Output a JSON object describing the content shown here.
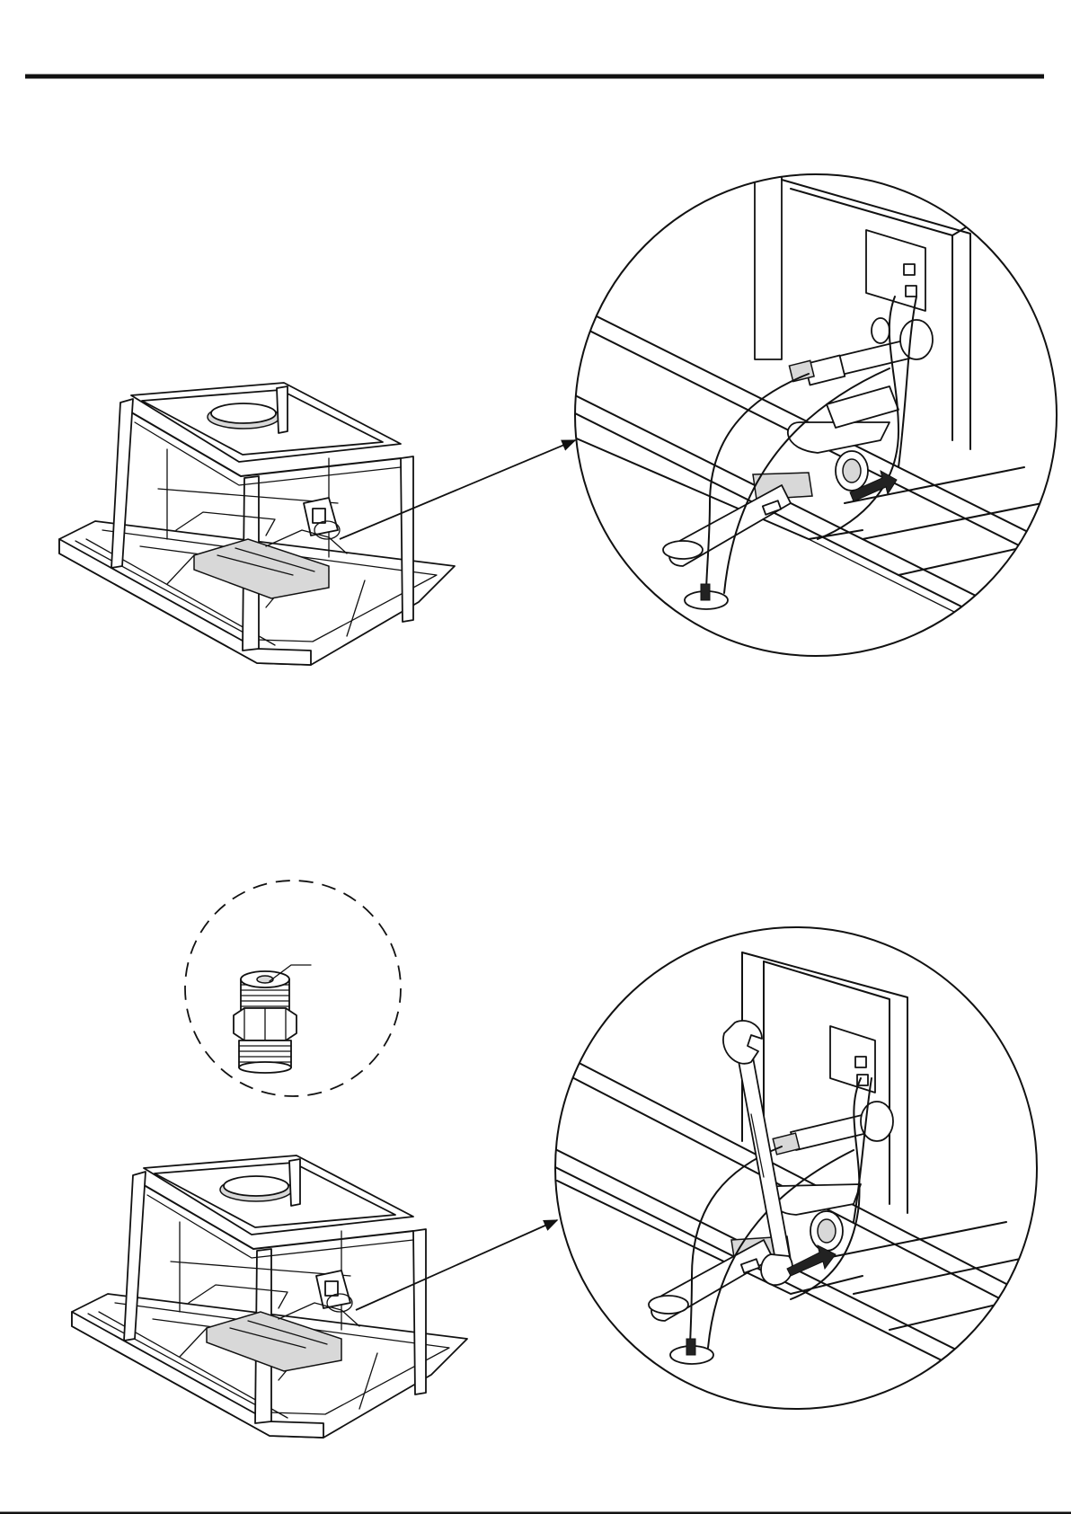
{
  "figures": [
    {
      "id": "step-1",
      "parts": [
        "overview",
        "detail"
      ]
    },
    {
      "id": "step-2",
      "parts": [
        "fitting-inset",
        "overview",
        "detail"
      ]
    }
  ],
  "icons": [
    "arrow-icon",
    "wrench-icon",
    "fitting-icon"
  ]
}
